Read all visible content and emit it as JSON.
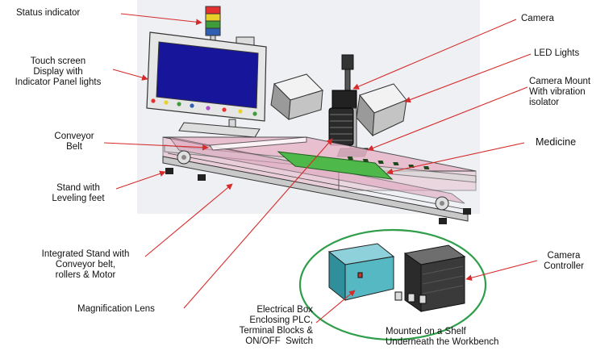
{
  "labels": {
    "status_indicator": "Status indicator",
    "touch_screen": "Touch screen\nDisplay with\nIndicator Panel lights",
    "conveyor_belt": "Conveyor\nBelt",
    "stand_leveling": "Stand with\nLeveling feet",
    "integrated_stand": "Integrated Stand with\nConveyor belt,\nrollers & Motor",
    "magnification_lens": "Magnification Lens",
    "electrical_box": "Electrical Box\nEnclosing PLC,\nTerminal Blocks &\nON/OFF  Switch",
    "camera": "Camera",
    "led_lights": "LED Lights",
    "camera_mount": "Camera Mount\nWith vibration\nisolator",
    "medicine": "Medicine",
    "camera_controller": "Camera\nController",
    "mounted_shelf": "Mounted on a Shelf\nUnderneath the Workbench"
  },
  "colors": {
    "arrow": "#d62b2b",
    "screen": "#17169a",
    "frame": "#e6e6e6",
    "conveyor": "#e7b7c9",
    "pcb": "#4fb84a",
    "ellipse": "#2f9e4a",
    "electrical_box": "#56b8c3",
    "controller": "#3a3a3a",
    "tower": [
      "#e53030",
      "#e8d22a",
      "#3f9c3a",
      "#2e5fb3"
    ]
  },
  "icons": {
    "arrow": "arrow-icon",
    "tower": "status-tower-icon"
  }
}
